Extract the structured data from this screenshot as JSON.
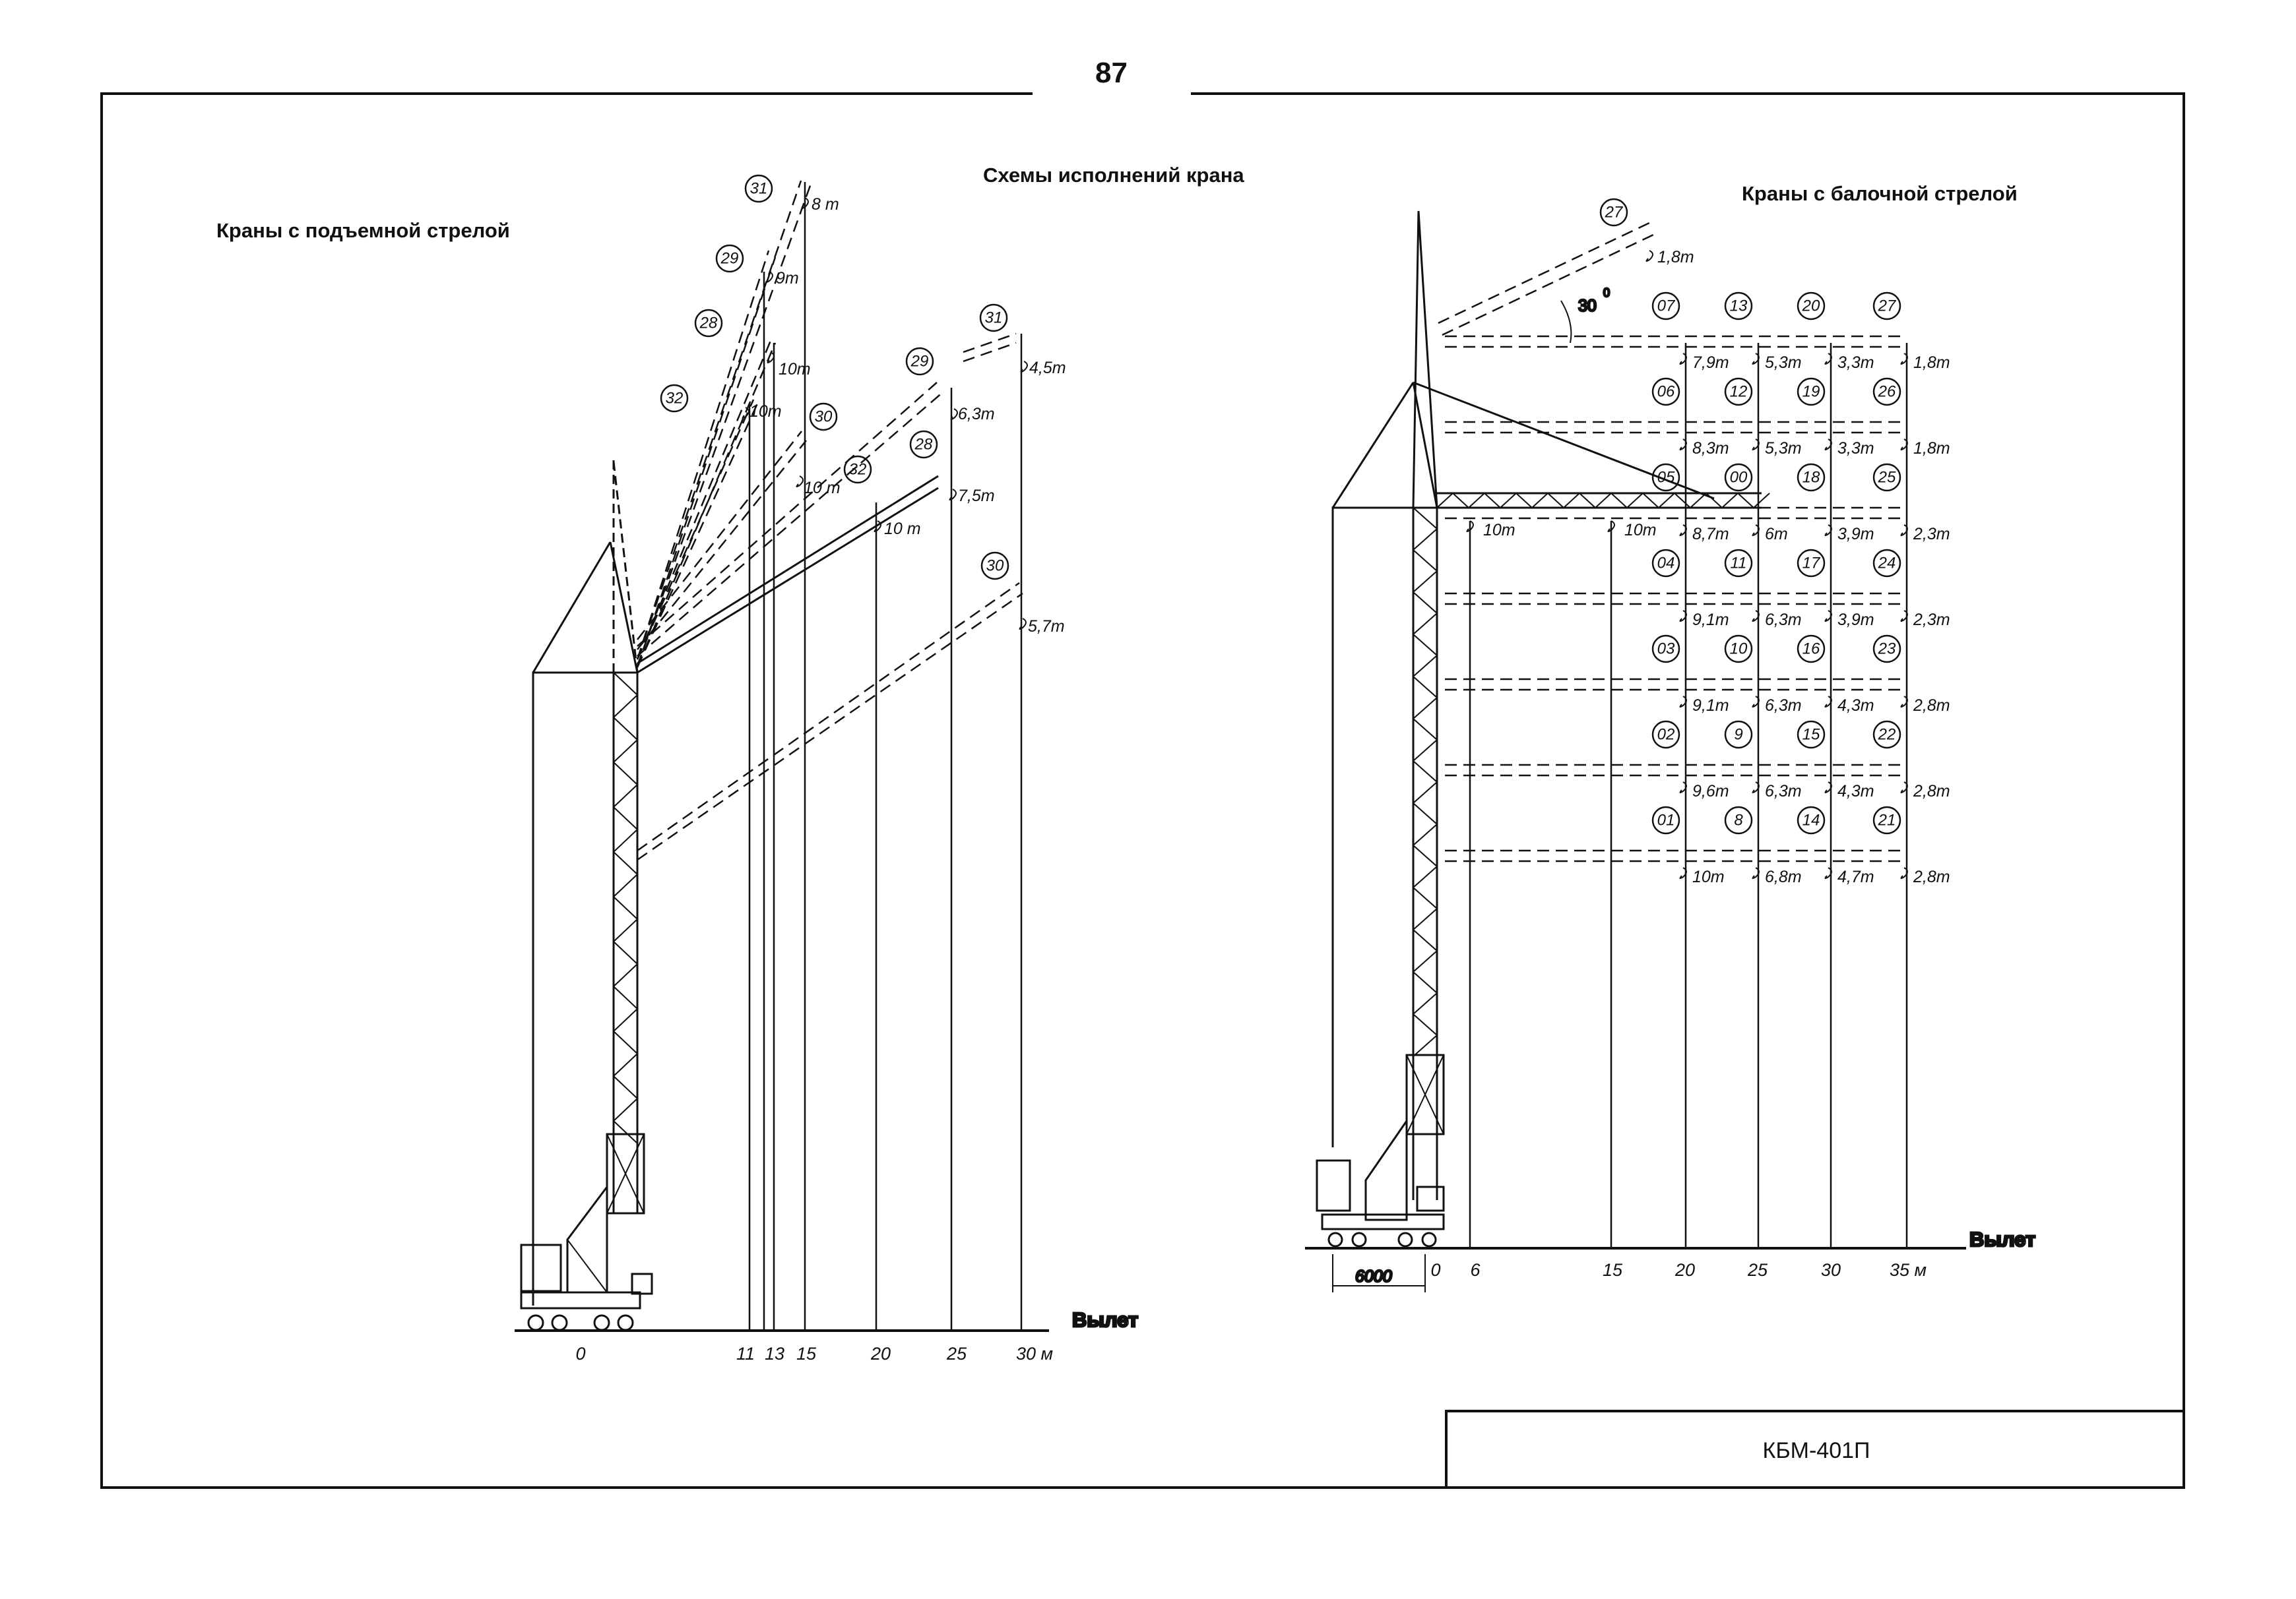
{
  "page": {
    "number": "87",
    "title": "Схемы исполнений крана",
    "doc_code": "КБМ-401П"
  },
  "left": {
    "heading": "Краны с подъемной стрелой",
    "axis_label": "Вылет",
    "axis_ticks": [
      "0",
      "11",
      "13",
      "15",
      "20",
      "25",
      "30 м"
    ],
    "variants": [
      {
        "id": "31",
        "load": "8 т"
      },
      {
        "id": "29",
        "load": "9т"
      },
      {
        "id": "28",
        "load": "10т"
      },
      {
        "id": "32",
        "load": "10т"
      },
      {
        "id": "30",
        "load": "10 т"
      },
      {
        "id": "29",
        "load": "6,3т"
      },
      {
        "id": "32",
        "load": "10 т"
      },
      {
        "id": "28",
        "load": "7,5т"
      },
      {
        "id": "31",
        "load": "4,5т"
      },
      {
        "id": "30",
        "load": "5,7т"
      }
    ]
  },
  "right": {
    "heading": "Краны с балочной стрелой",
    "axis_label": "Вылет",
    "axis_ticks": [
      "0",
      "6",
      "15",
      "20",
      "25",
      "30",
      "35 м"
    ],
    "base_dim": "6000",
    "angle": "30",
    "top_variant": {
      "id": "27",
      "load": "1,8т"
    },
    "fixed_loads": [
      "10т",
      "10т"
    ],
    "grid_rows": [
      {
        "ids": [
          "07",
          "13",
          "20",
          "27"
        ],
        "loads": [
          "7,9т",
          "5,3т",
          "3,3т",
          "1,8т"
        ]
      },
      {
        "ids": [
          "06",
          "12",
          "19",
          "26"
        ],
        "loads": [
          "8,3т",
          "5,3т",
          "3,3т",
          "1,8т"
        ]
      },
      {
        "ids": [
          "05",
          "00",
          "18",
          "25"
        ],
        "loads": [
          "8,7т",
          "6т",
          "3,9т",
          "2,3т"
        ]
      },
      {
        "ids": [
          "04",
          "11",
          "17",
          "24"
        ],
        "loads": [
          "9,1т",
          "6,3т",
          "3,9т",
          "2,3т"
        ]
      },
      {
        "ids": [
          "03",
          "10",
          "16",
          "23"
        ],
        "loads": [
          "9,1т",
          "6,3т",
          "4,3т",
          "2,8т"
        ]
      },
      {
        "ids": [
          "02",
          "9",
          "15",
          "22"
        ],
        "loads": [
          "9,6т",
          "6,3т",
          "4,3т",
          "2,8т"
        ]
      },
      {
        "ids": [
          "01",
          "8",
          "14",
          "21"
        ],
        "loads": [
          "10т",
          "6,8т",
          "4,7т",
          "2,8т"
        ]
      }
    ]
  }
}
